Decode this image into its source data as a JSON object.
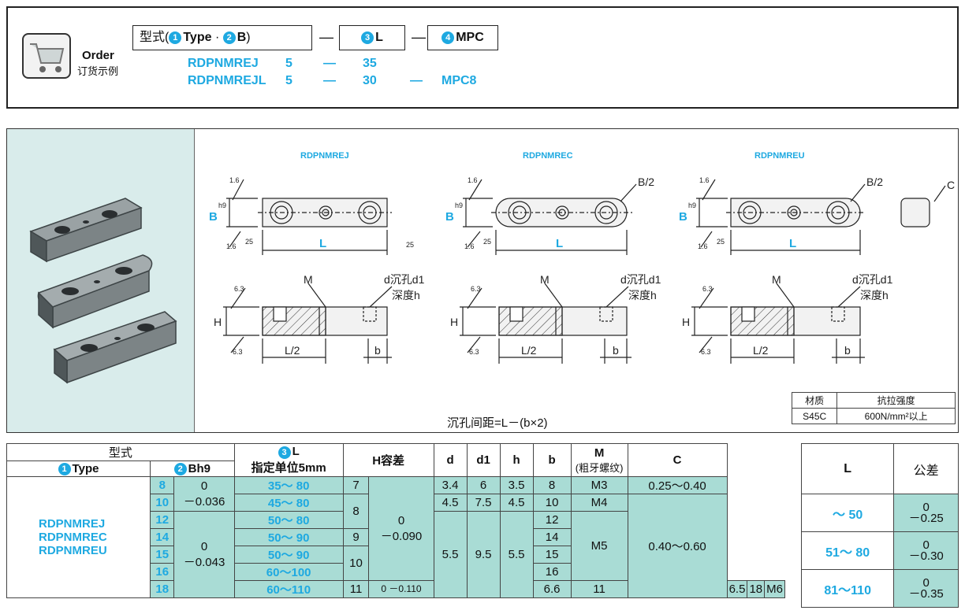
{
  "order": {
    "label_en": "Order",
    "label_cn": "订货示例",
    "tag_type_prefix": "型式(",
    "tag_type_1": "Type",
    "tag_type_sep": "·",
    "tag_type_2": "B",
    "tag_type_suffix": ")",
    "tag_l": "L",
    "tag_mpc": "MPC",
    "n1": "1",
    "n2": "2",
    "n3": "3",
    "n4": "4",
    "dash": "—",
    "row1": {
      "type": "RDPNMREJ",
      "b": "5",
      "l": "35"
    },
    "row2": {
      "type": "RDPNMREJL",
      "b": "5",
      "l": "30",
      "mpc": "MPC8"
    }
  },
  "figures": {
    "titles": [
      "RDPNMREJ",
      "RDPNMREC",
      "RDPNMREU"
    ],
    "labels": {
      "roughness_a": "1.6",
      "roughness_b": "6.3",
      "angle": "25",
      "half_b": "B/2",
      "c": "C",
      "m": "M",
      "counterbore": "d沉孔d1",
      "depth": "深度h",
      "h": "H",
      "l_half": "L/2",
      "b": "b",
      "bh9": "B",
      "h9": "h9",
      "l": "L"
    },
    "note": "沉孔间距=L－(b×2)"
  },
  "material": {
    "headers": [
      "材质",
      "抗拉强度"
    ],
    "row": [
      "S45C",
      "600N/mm²以上"
    ]
  },
  "spec_table": {
    "h_model": "型式",
    "h_type": "Type",
    "h_bh9": "Bh9",
    "h_l": "L",
    "h_l_sub": "指定单位5mm",
    "h_htol": "H容差",
    "h_d": "d",
    "h_d1": "d1",
    "h_h": "h",
    "h_b": "b",
    "h_m": "M",
    "h_m_sub": "(粗牙螺纹)",
    "h_c": "C",
    "types": [
      "RDPNMREJ",
      "RDPNMREC",
      "RDPNMREU"
    ],
    "rows": [
      {
        "b": "8",
        "l": "35～ 80",
        "h": "7",
        "d": "3.4",
        "d1": "6",
        "hh": "3.5",
        "bb": "8",
        "m": "M3",
        "c": "0.25～0.40"
      },
      {
        "b": "10",
        "l": "45～ 80",
        "h": "8",
        "d": "4.5",
        "d1": "7.5",
        "hh": "4.5",
        "bb": "10",
        "m": "M4",
        "c": "0.40～0.60"
      },
      {
        "b": "12",
        "l": "50～ 80",
        "h": "",
        "bb": "12"
      },
      {
        "b": "14",
        "l": "50～ 90",
        "h": "9",
        "d": "5.5",
        "d1": "9.5",
        "hh": "5.5",
        "bb": "14",
        "m": "M5"
      },
      {
        "b": "15",
        "l": "50～ 90",
        "h": "10",
        "bb": "15"
      },
      {
        "b": "16",
        "l": "60～100",
        "bb": "16"
      },
      {
        "b": "18",
        "l": "60～110",
        "h": "11",
        "d": "6.6",
        "d1": "11",
        "hh": "6.5",
        "bb": "18",
        "m": "M6"
      }
    ],
    "btol1": [
      "0",
      "－0.036"
    ],
    "btol2": [
      "0",
      "－0.043"
    ],
    "htol1": [
      "0",
      "－0.090"
    ],
    "htol2": [
      "0",
      "－0.110"
    ]
  },
  "tolerance_table": {
    "h_l": "L",
    "h_tol": "公差",
    "rows": [
      {
        "l": "～ 50",
        "tol": [
          "0",
          "－0.25"
        ]
      },
      {
        "l": "51～ 80",
        "tol": [
          "0",
          "－0.30"
        ]
      },
      {
        "l": "81～110",
        "tol": [
          "0",
          "－0.35"
        ]
      }
    ]
  }
}
